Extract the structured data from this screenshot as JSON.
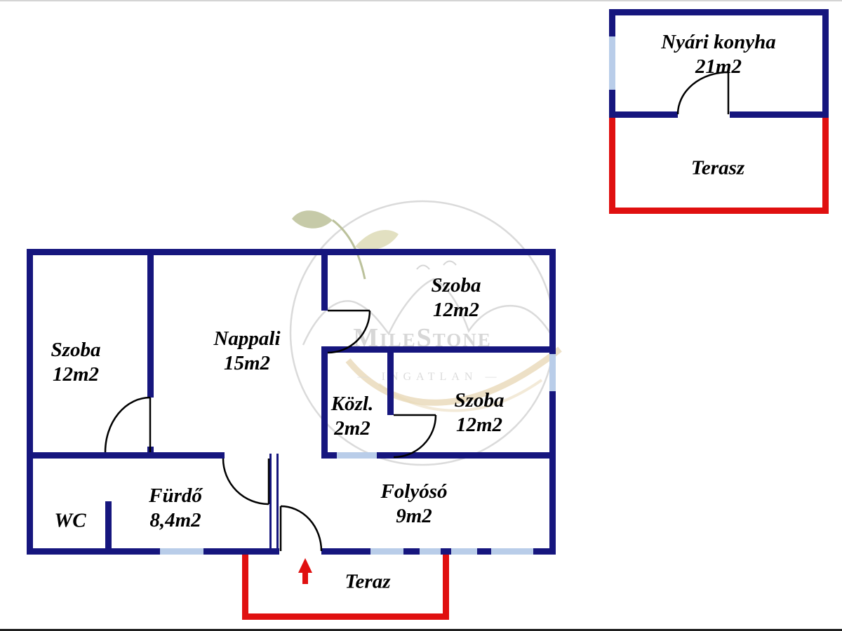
{
  "colors": {
    "wall": "#16167E",
    "window": "#B9CDE9",
    "terrace": "#E01010",
    "door": "#000000",
    "arrow": "#E01010",
    "watermark_gray": "#C7C7C7",
    "watermark_tan": "#DCC491"
  },
  "rooms": {
    "nyari_konyha": {
      "name": "Nyári konyha",
      "area": "21m2"
    },
    "terasz_upper": {
      "name": "Terasz"
    },
    "szoba_left": {
      "name": "Szoba",
      "area": "12m2"
    },
    "nappali": {
      "name": "Nappali",
      "area": "15m2"
    },
    "szoba_top_right": {
      "name": "Szoba",
      "area": "12m2"
    },
    "kozl": {
      "name": "Közl.",
      "area": "2m2"
    },
    "szoba_right": {
      "name": "Szoba",
      "area": "12m2"
    },
    "wc": {
      "name": "WC"
    },
    "furdo": {
      "name": "Fürdő",
      "area": "8,4m2"
    },
    "folyoso": {
      "name": "Folyósó",
      "area": "9m2"
    },
    "teraz_lower": {
      "name": "Teraz"
    }
  },
  "watermark": {
    "brand": "MileStone",
    "subtitle": "— INGATLAN —"
  }
}
